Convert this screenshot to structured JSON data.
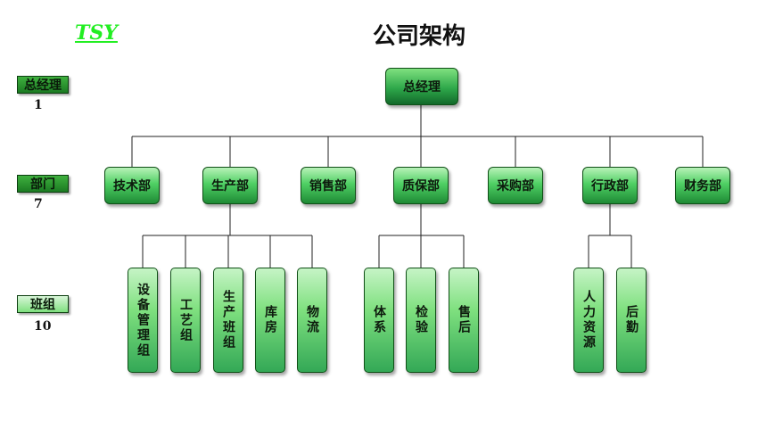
{
  "logo": "TSY",
  "title": "公司架构",
  "legend": [
    {
      "label": "总经理",
      "count": "1"
    },
    {
      "label": "部门",
      "count": "7"
    },
    {
      "label": "班组",
      "count": "10"
    }
  ],
  "top": {
    "label": "总经理"
  },
  "departments": [
    {
      "label": "技术部"
    },
    {
      "label": "生产部"
    },
    {
      "label": "销售部"
    },
    {
      "label": "质保部"
    },
    {
      "label": "采购部"
    },
    {
      "label": "行政部"
    },
    {
      "label": "财务部"
    }
  ],
  "teams": [
    {
      "label": "设备管理组"
    },
    {
      "label": "工艺组"
    },
    {
      "label": "生产班组"
    },
    {
      "label": "库房"
    },
    {
      "label": "物流"
    },
    {
      "label": "体系"
    },
    {
      "label": "检验"
    },
    {
      "label": "售后"
    },
    {
      "label": "人力资源"
    },
    {
      "label": "后勤"
    }
  ],
  "colors": {
    "logo": "#22ee22",
    "node_dark": "#1e8a35",
    "node_light": "#7fe07f"
  }
}
